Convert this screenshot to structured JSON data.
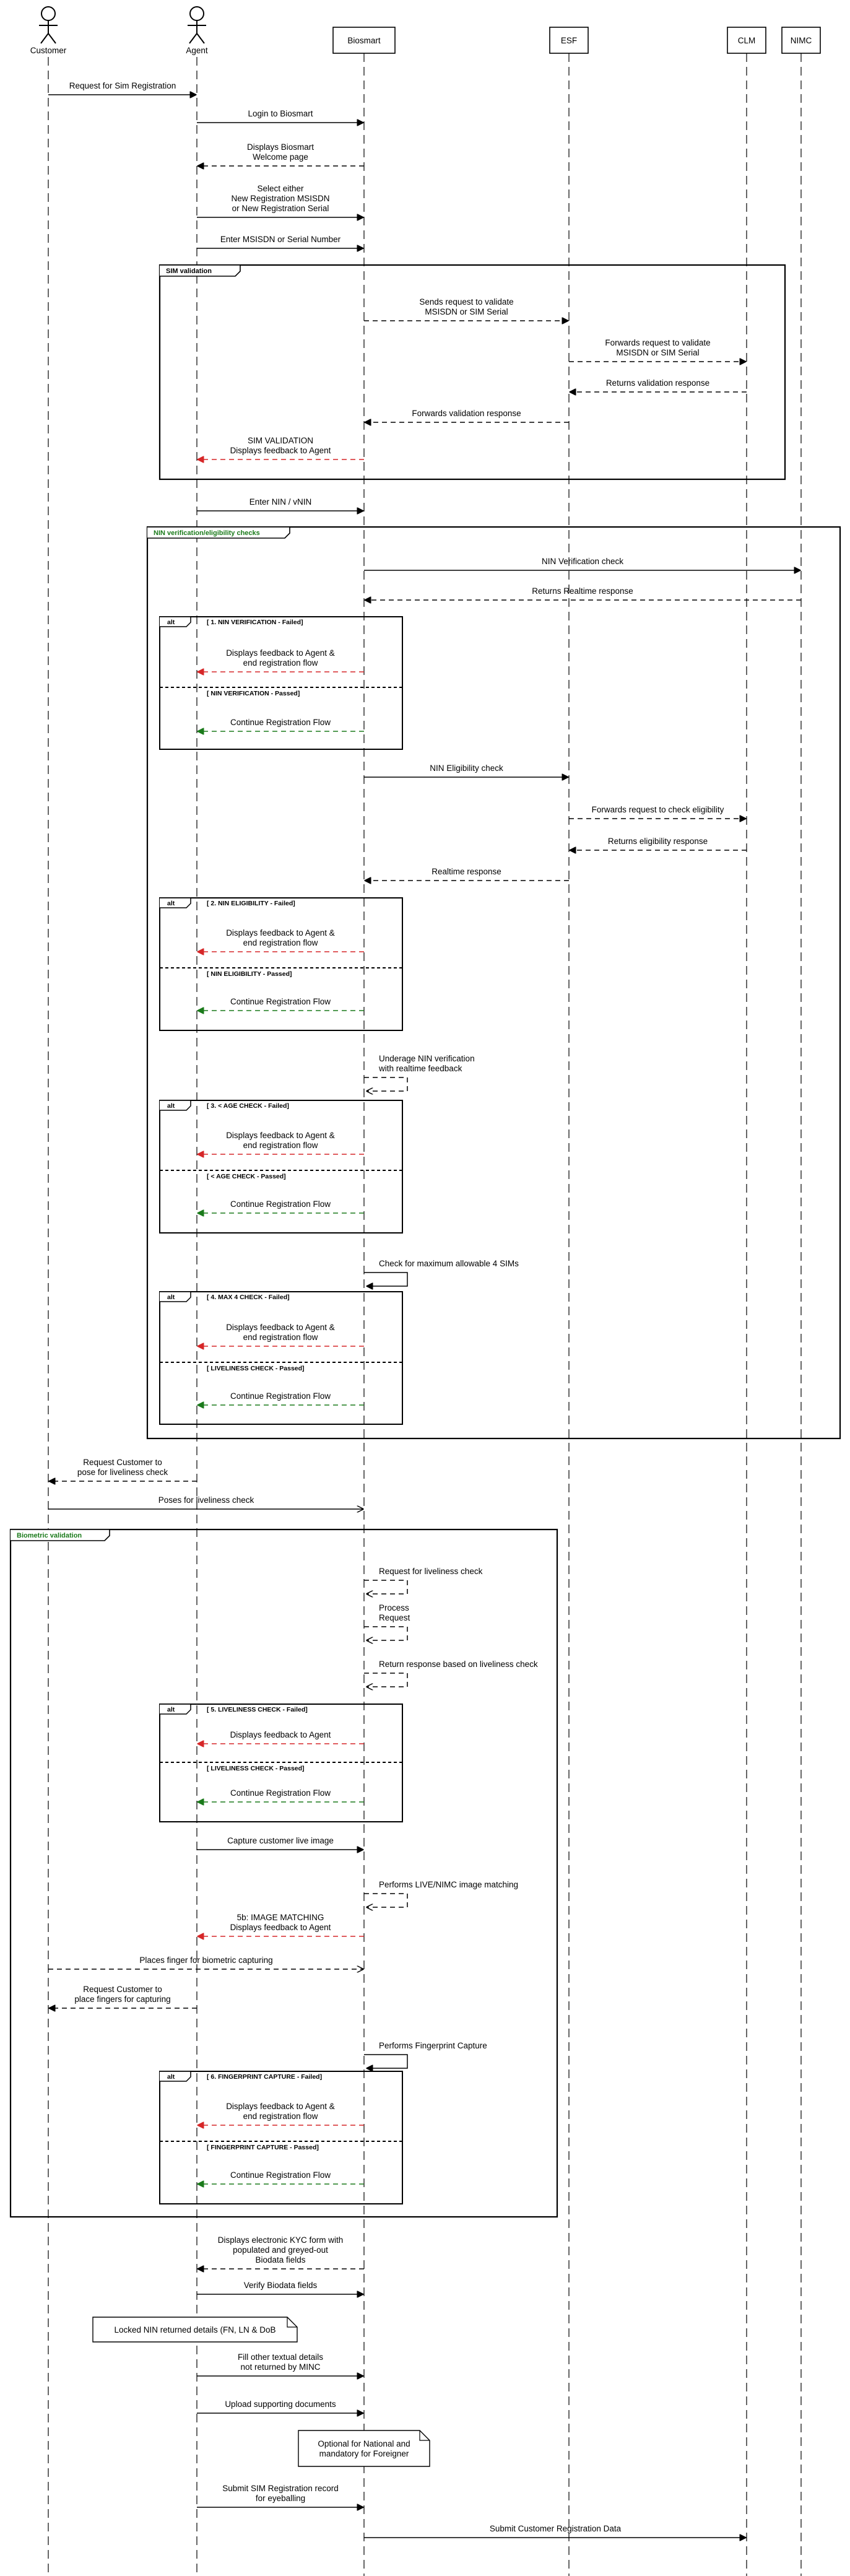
{
  "participants": [
    {
      "id": "customer",
      "label": "Customer",
      "kind": "actor"
    },
    {
      "id": "agent",
      "label": "Agent",
      "kind": "actor"
    },
    {
      "id": "biosmart",
      "label": "Biosmart",
      "kind": "box"
    },
    {
      "id": "esf",
      "label": "ESF",
      "kind": "box"
    },
    {
      "id": "clm",
      "label": "CLM",
      "kind": "box"
    },
    {
      "id": "nimc",
      "label": "NIMC",
      "kind": "box"
    }
  ],
  "colors": {
    "line": "#000000",
    "feedback_fail": "#d62728",
    "feedback_pass": "#1a7a1a",
    "frame_label": "#1a7a1a"
  },
  "messages": [
    {
      "text": "Request for Sim Registration",
      "from": "customer",
      "to": "agent",
      "style": "solid"
    },
    {
      "text": "Login to Biosmart",
      "from": "agent",
      "to": "biosmart",
      "style": "solid"
    },
    {
      "text": "Displays Biosmart\nWelcome page",
      "from": "biosmart",
      "to": "agent",
      "style": "dashed"
    },
    {
      "text": "Select either\nNew Registration MSISDN\nor New Registration Serial",
      "from": "agent",
      "to": "biosmart",
      "style": "solid"
    },
    {
      "text": "Enter MSISDN or Serial Number",
      "from": "agent",
      "to": "biosmart",
      "style": "solid"
    },
    {
      "text": "Sends request to validate\nMSISDN or SIM Serial",
      "from": "biosmart",
      "to": "esf",
      "style": "dashed"
    },
    {
      "text": "Forwards request to validate\nMSISDN or SIM Serial",
      "from": "esf",
      "to": "clm",
      "style": "dashed"
    },
    {
      "text": "Returns validation response",
      "from": "clm",
      "to": "esf",
      "style": "dashed"
    },
    {
      "text": "Forwards validation response",
      "from": "esf",
      "to": "biosmart",
      "style": "dashed"
    },
    {
      "text": "SIM VALIDATION\nDisplays feedback to Agent",
      "from": "biosmart",
      "to": "agent",
      "style": "dashed",
      "color": "fail"
    },
    {
      "text": "Enter NIN / vNIN",
      "from": "agent",
      "to": "biosmart",
      "style": "solid"
    },
    {
      "text": "NIN Verification check",
      "from": "biosmart",
      "to": "nimc",
      "style": "solid"
    },
    {
      "text": "Returns Realtime response",
      "from": "nimc",
      "to": "biosmart",
      "style": "dashed"
    },
    {
      "text": "Displays feedback to Agent &\nend registration flow",
      "from": "biosmart",
      "to": "agent",
      "style": "dashed",
      "color": "fail"
    },
    {
      "text": "Continue  Registration Flow",
      "from": "biosmart",
      "to": "agent",
      "style": "dashed",
      "color": "pass"
    },
    {
      "text": "NIN Eligibility check",
      "from": "biosmart",
      "to": "esf",
      "style": "solid"
    },
    {
      "text": "Forwards request to check eligibility",
      "from": "esf",
      "to": "clm",
      "style": "dashed"
    },
    {
      "text": "Returns eligibility response",
      "from": "clm",
      "to": "esf",
      "style": "dashed"
    },
    {
      "text": "Realtime response",
      "from": "esf",
      "to": "biosmart",
      "style": "dashed"
    },
    {
      "text": "Displays feedback to Agent &\nend registration flow",
      "from": "biosmart",
      "to": "agent",
      "style": "dashed",
      "color": "fail"
    },
    {
      "text": "Continue  Registration Flow",
      "from": "biosmart",
      "to": "agent",
      "style": "dashed",
      "color": "pass"
    },
    {
      "text": "Underage NIN verification\nwith realtime feedback",
      "from": "biosmart",
      "to": "biosmart",
      "style": "dashed"
    },
    {
      "text": "Displays feedback to Agent &\nend registration flow",
      "from": "biosmart",
      "to": "agent",
      "style": "dashed",
      "color": "fail"
    },
    {
      "text": "Continue  Registration Flow",
      "from": "biosmart",
      "to": "agent",
      "style": "dashed",
      "color": "pass"
    },
    {
      "text": "Check for maximum allowable 4 SIMs",
      "from": "biosmart",
      "to": "biosmart",
      "style": "solid"
    },
    {
      "text": "Displays feedback to Agent &\nend registration flow",
      "from": "biosmart",
      "to": "agent",
      "style": "dashed",
      "color": "fail"
    },
    {
      "text": "Continue  Registration Flow",
      "from": "biosmart",
      "to": "agent",
      "style": "dashed",
      "color": "pass"
    },
    {
      "text": "Request Customer to\npose for liveliness check",
      "from": "agent",
      "to": "customer",
      "style": "dashed"
    },
    {
      "text": "Poses for liveliness check",
      "from": "customer",
      "to": "biosmart",
      "style": "solid",
      "open": true
    },
    {
      "text": "Request for liveliness check",
      "from": "biosmart",
      "to": "biosmart",
      "style": "dashed"
    },
    {
      "text": "Process\nRequest",
      "from": "biosmart",
      "to": "biosmart",
      "style": "dashed"
    },
    {
      "text": "Return response based on liveliness check",
      "from": "biosmart",
      "to": "biosmart",
      "style": "dashed"
    },
    {
      "text": "Displays feedback to Agent",
      "from": "biosmart",
      "to": "agent",
      "style": "dashed",
      "color": "fail"
    },
    {
      "text": "Continue  Registration Flow",
      "from": "biosmart",
      "to": "agent",
      "style": "dashed",
      "color": "pass"
    },
    {
      "text": "Capture customer live image",
      "from": "agent",
      "to": "biosmart",
      "style": "solid"
    },
    {
      "text": "Performs LIVE/NIMC image matching",
      "from": "biosmart",
      "to": "biosmart",
      "style": "dashed"
    },
    {
      "text": "5b: IMAGE MATCHING\nDisplays feedback to Agent",
      "from": "biosmart",
      "to": "agent",
      "style": "dashed",
      "color": "fail"
    },
    {
      "text": "Places finger for biometric capturing",
      "from": "customer",
      "to": "biosmart",
      "style": "dashed",
      "open": true
    },
    {
      "text": "Request Customer to\nplace fingers for capturing",
      "from": "agent",
      "to": "customer",
      "style": "dashed"
    },
    {
      "text": "Performs Fingerprint Capture",
      "from": "biosmart",
      "to": "biosmart",
      "style": "solid"
    },
    {
      "text": "Displays feedback to Agent &\nend registration flow",
      "from": "biosmart",
      "to": "agent",
      "style": "dashed",
      "color": "fail"
    },
    {
      "text": "Continue  Registration Flow",
      "from": "biosmart",
      "to": "agent",
      "style": "dashed",
      "color": "pass"
    },
    {
      "text": "Displays electronic KYC form with\npopulated and greyed-out\nBiodata fields",
      "from": "biosmart",
      "to": "agent",
      "style": "dashed"
    },
    {
      "text": "Verify Biodata fields",
      "from": "agent",
      "to": "biosmart",
      "style": "solid"
    },
    {
      "text": "Fill other textual details\nnot returned by MINC",
      "from": "agent",
      "to": "biosmart",
      "style": "solid"
    },
    {
      "text": "Upload supporting documents",
      "from": "agent",
      "to": "biosmart",
      "style": "solid"
    },
    {
      "text": "Submit SIM Registration record\nfor eyeballing",
      "from": "agent",
      "to": "biosmart",
      "style": "solid"
    },
    {
      "text": "Submit Customer Registration Data",
      "from": "biosmart",
      "to": "clm",
      "style": "solid"
    }
  ],
  "frames": [
    {
      "label": "SIM validation",
      "color": "line"
    },
    {
      "label": "NIN verification/eligibility checks",
      "color": "frame_label"
    },
    {
      "label": "Biometric validation",
      "color": "frame_label"
    }
  ],
  "alt_blocks": [
    {
      "tag": "alt",
      "first": "[ 1. NIN VERIFICATION - Failed]",
      "second": "[ NIN VERIFICATION - Passed]"
    },
    {
      "tag": "alt",
      "first": "[ 2. NIN ELIGIBILITY - Failed]",
      "second": "[ NIN ELIGIBILITY - Passed]"
    },
    {
      "tag": "alt",
      "first": "[ 3. < AGE CHECK - Failed]",
      "second": "[ < AGE CHECK - Passed]"
    },
    {
      "tag": "alt",
      "first": "[ 4.  MAX 4 CHECK - Failed]",
      "second": "[ LIVELINESS CHECK - Passed]"
    },
    {
      "tag": "alt",
      "first": "[ 5. LIVELINESS CHECK - Failed]",
      "second": "[ LIVELINESS CHECK - Passed]"
    },
    {
      "tag": "alt",
      "first": "[ 6.  FINGERPRINT CAPTURE - Failed]",
      "second": "[ FINGERPRINT CAPTURE - Passed]"
    }
  ],
  "notes": [
    {
      "text": "Locked NIN returned details (FN, LN & DoB"
    },
    {
      "text": "Optional for National and\nmandatory for Foreigner"
    }
  ]
}
